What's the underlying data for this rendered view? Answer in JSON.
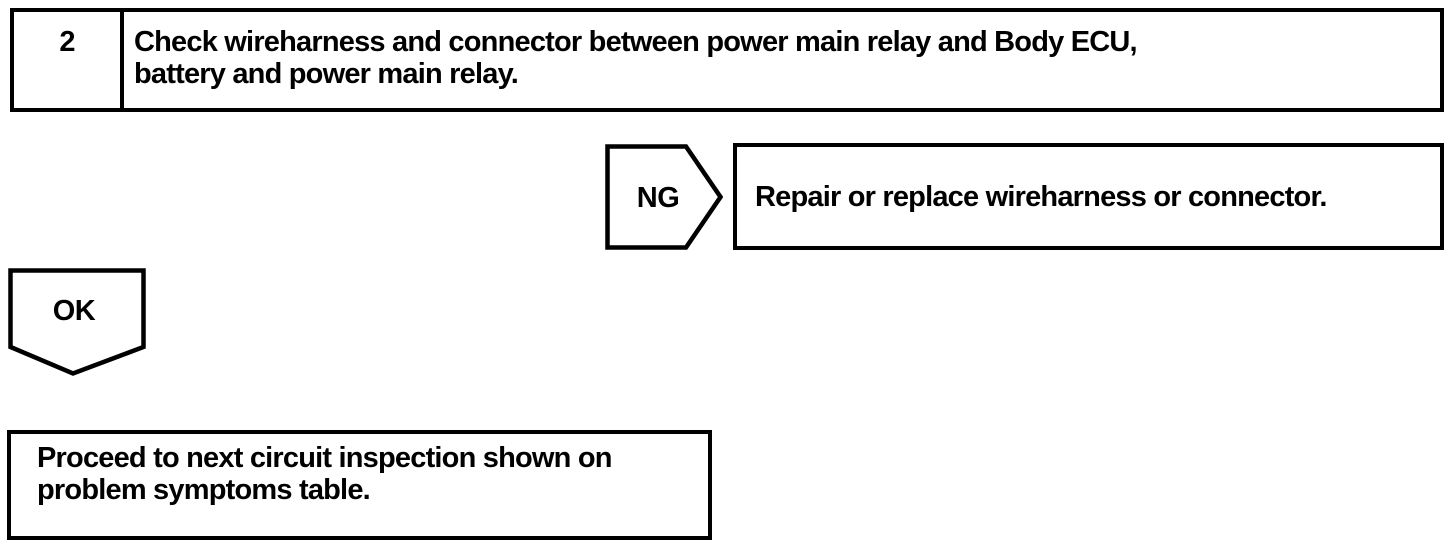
{
  "page": {
    "background": "#ffffff",
    "ink": "#000000"
  },
  "flowchart": {
    "step_box": {
      "number": "2",
      "instruction_lines": [
        "Check wireharness and connector between power main relay and Body ECU,",
        "battery and power main relay."
      ]
    },
    "ng_branch": {
      "label": "NG",
      "action_text": "Repair or replace wireharness or connector."
    },
    "ok_branch": {
      "label": "OK",
      "result_lines": [
        "Proceed to next circuit inspection shown on",
        "problem symptoms table."
      ]
    }
  }
}
